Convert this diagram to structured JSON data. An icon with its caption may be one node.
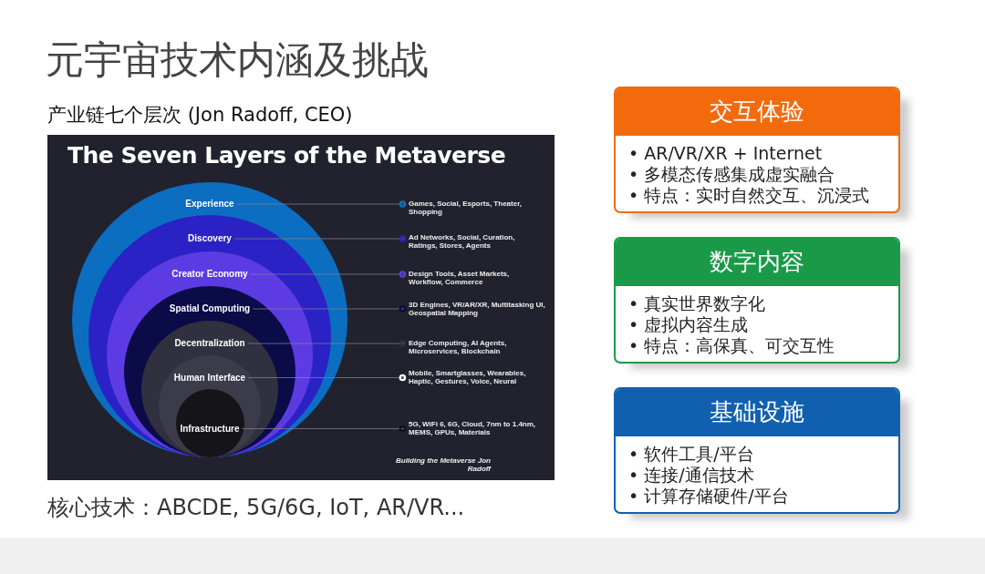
{
  "diagram": {
    "title": "元宇宙技术内涵及挑战",
    "nodes": [
      {
        "text": [
          "Experience"
        ]
      },
      {
        "text": [
          "Discovery"
        ],
        "in": 0
      },
      {
        "text": [
          "Creator Economy"
        ],
        "in": 1
      },
      {
        "text": [
          "Spatial Computing"
        ],
        "in": 2
      },
      {
        "text": [
          "Decentralization"
        ],
        "in": 3
      },
      {
        "text": [
          "Human Interface"
        ],
        "in": 4
      },
      {
        "text": [
          "Infrastructure"
        ],
        "in": 5
      },
      {
        "text": [
          "Games, Social, Esports, Theater, Shopping"
        ]
      },
      {
        "text": [
          "Ad Networks, Social, Curation, Ratings, Stores, Agents"
        ]
      },
      {
        "text": [
          "Design Tools, Asset Markets, Workflow, Commerce"
        ]
      },
      {
        "text": [
          "3D Engines, VR/AR/XR, Multitasking UI, Geospatial Mapping"
        ]
      },
      {
        "text": [
          "Edge Computing, AI Agents, Microservices, Blockchain"
        ]
      },
      {
        "text": [
          "Mobile, Smartglasses, Wearables, Haptic, Gestures, Voice, Neural"
        ]
      },
      {
        "text": [
          "5G, WiFi 6, 6G, Cloud, 7nm to 1.4nm, MEMS, GPUs, Materials"
        ]
      },
      {
        "text": [
          "交互体验",
          "• AR/VR/XR + Internet",
          "• 多模态传感集成虚实融合",
          "• 特点：实时自然交互、沉浸式"
        ]
      },
      {
        "text": [
          "数字内容",
          "• 真实世界数字化",
          "• 虚拟内容生成",
          "• 特点：高保真、可交互性"
        ]
      },
      {
        "text": [
          "基础设施",
          "• 软件工具/平台",
          "• 连接/通信技术",
          "• 计算存储硬件/平台"
        ]
      }
    ],
    "edges": [
      {
        "from": 0,
        "to": 7,
        "arrow": "other"
      },
      {
        "from": 1,
        "to": 8,
        "arrow": "other"
      },
      {
        "from": 2,
        "to": 9,
        "arrow": "other"
      },
      {
        "from": 3,
        "to": 10,
        "arrow": "other"
      },
      {
        "from": 4,
        "to": 11,
        "arrow": "other"
      },
      {
        "from": 5,
        "to": 12,
        "arrow": "other"
      },
      {
        "from": 6,
        "to": 13,
        "arrow": "other"
      }
    ],
    "labels": [
      "产业链七个层次 (Jon Radoff, CEO)",
      "The Seven Layers of the Metaverse",
      "Building the Metaverse Jon Radoff",
      "核心技术：ABCDE, 5G/6G, IoT, AR/VR..."
    ]
  }
}
